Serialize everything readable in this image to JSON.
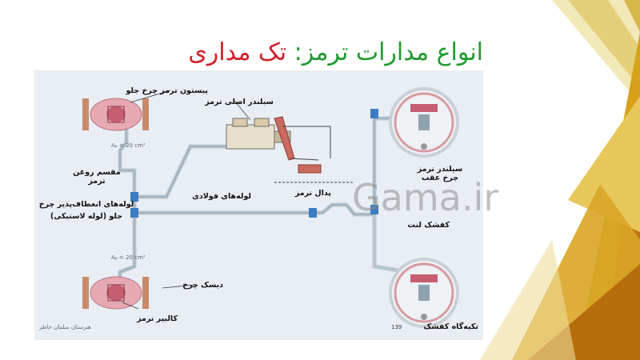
{
  "slide": {
    "title_main": "انواع مدارات ترمز: ",
    "title_accent": "تک مداری",
    "watermark": "Gama.ir"
  },
  "diagram": {
    "labels": {
      "front_caliper_piston": "پیستون ترمز چرخ جلو",
      "master_cylinder": "سیلندر اصلی ترمز",
      "oil_distributor": "مقسم روغن ترمز",
      "flexible_hoses": "لوله‌های انعطاف‌پذیر چرخ جلو (لوله لاستیکی)",
      "steel_pipes": "لوله‌های فولادی",
      "brake_pedal": "پدال ترمز",
      "rear_wheel_cylinder": "سیلندر ترمز چرخ عقب",
      "brake_shoe": "کفشک لنت",
      "wheel_disc": "دیسک چرخ",
      "brake_caliper": "کالیپر ترمز",
      "shoe_support": "تکیه‌گاه کفشک",
      "area_top": "Aₚ = 20 cm²",
      "area_bottom": "Aₚ = 20 cm²",
      "page_number": "139",
      "credit": "هنرستان سلمان خاطر"
    }
  }
}
